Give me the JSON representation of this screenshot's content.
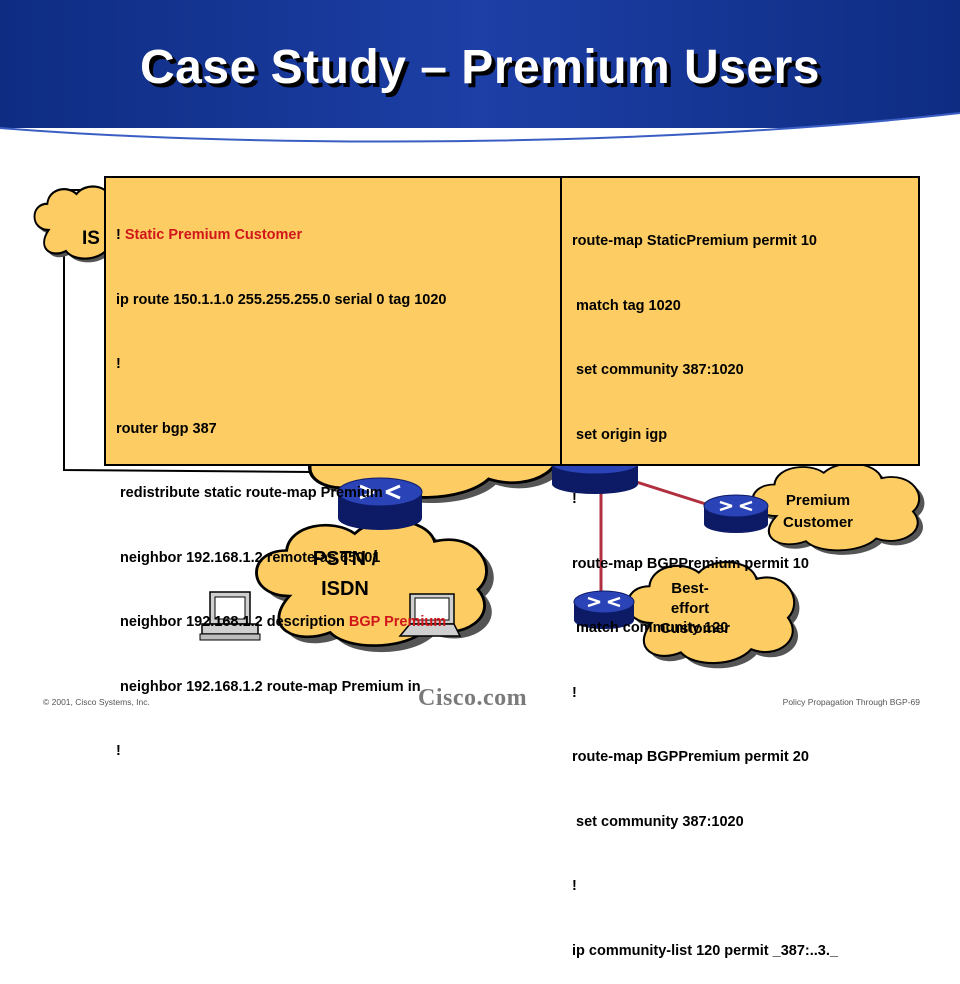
{
  "slide": {
    "title": "Case Study – Premium Users"
  },
  "clouds": {
    "isp_partial": "IS",
    "pstn_line1": "PSTN /",
    "pstn_line2": "ISDN",
    "premium_line1": "Premium",
    "premium_line2": "Customer",
    "best_line1": "Best-",
    "best_line2": "effort",
    "best_line3": "Customer"
  },
  "left_config": {
    "lines": [
      {
        "prefix": "! ",
        "text": "Static Premium Customer",
        "color": "#d0161b"
      },
      {
        "prefix": "",
        "text": "ip route 150.1.1.0 255.255.255.0 serial 0 tag 1020",
        "color": "#000000"
      },
      {
        "prefix": "",
        "text": "!",
        "color": "#000000"
      },
      {
        "prefix": "",
        "text": "router bgp 387",
        "color": "#000000"
      },
      {
        "prefix": "",
        "text": " redistribute static route-map Premium",
        "color": "#000000"
      },
      {
        "prefix": "",
        "text": " neighbor 192.168.1.2 remote-as 65001",
        "color": "#000000"
      },
      {
        "prefix": "",
        "text": " neighbor 192.168.1.2 description ",
        "suffix": "BGP Premium",
        "color": "#000000"
      },
      {
        "prefix": "",
        "text": " neighbor 192.168.1.2 route-map Premium in",
        "color": "#000000"
      },
      {
        "prefix": "",
        "text": "!",
        "color": "#000000"
      }
    ]
  },
  "right_config": {
    "lines": [
      "route-map StaticPremium permit 10",
      " match tag 1020",
      " set community 387:1020",
      " set origin igp",
      "!",
      "route-map BGPPremium permit 10",
      " match community 120",
      "!",
      "route-map BGPPremium permit 20",
      " set community 387:1020",
      "!",
      "ip community-list 120 permit _387:..3._"
    ]
  },
  "footer": {
    "copyright": "© 2001, Cisco Systems, Inc.",
    "logo": "Cisco.com",
    "right": "Policy Propagation Through BGP-69"
  },
  "colors": {
    "header_blue": "#1d3fa6",
    "code_bg": "#fdcd63",
    "accent_red": "#d0161b",
    "router_blue": "#1c2f9c",
    "link_red": "#b03040"
  }
}
